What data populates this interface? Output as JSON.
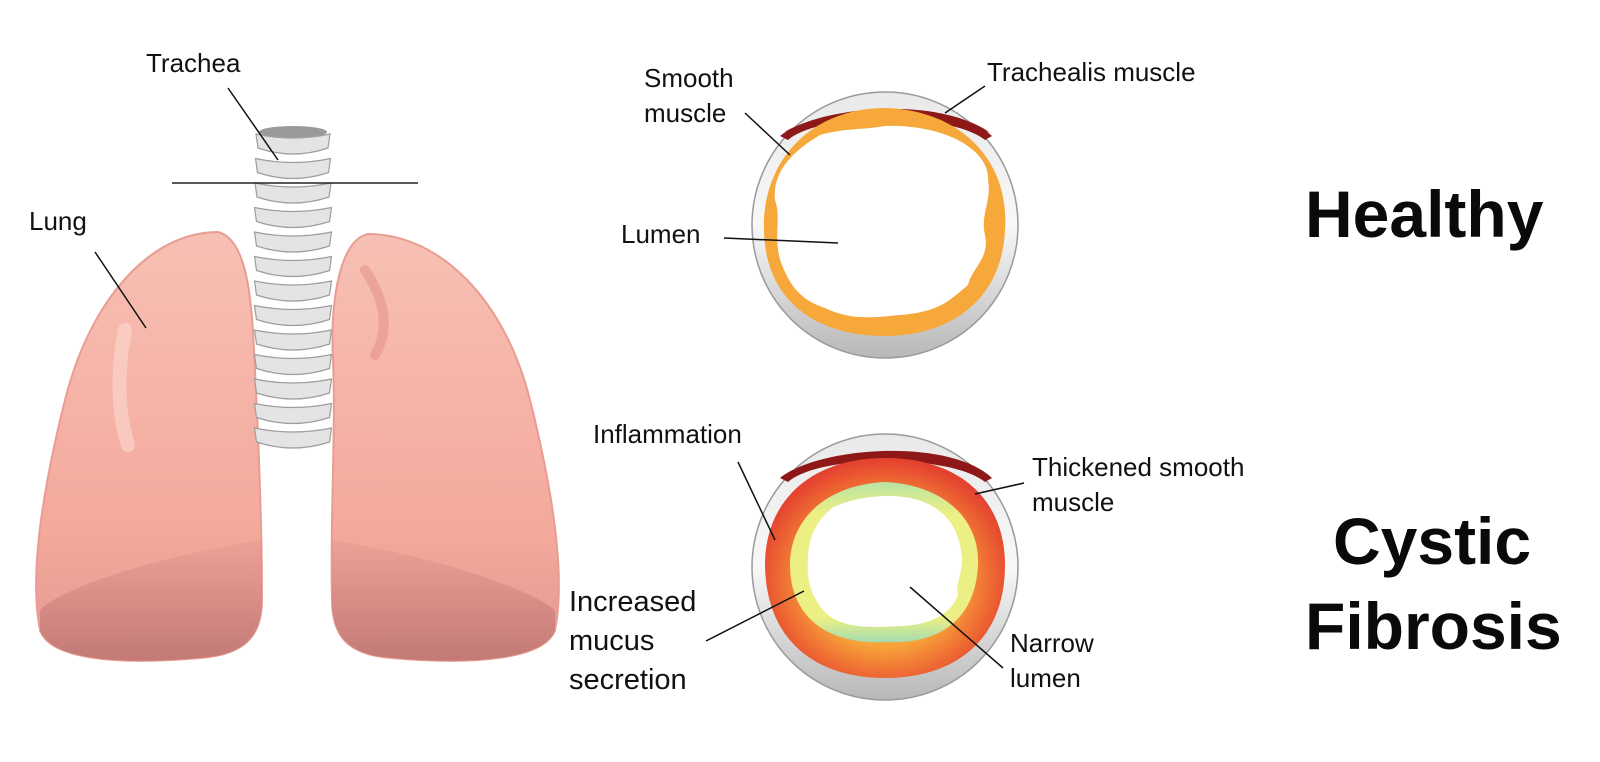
{
  "labels": {
    "trachea": "Trachea",
    "lung": "Lung",
    "smooth_muscle_1": "Smooth",
    "smooth_muscle_2": "muscle",
    "trachealis_muscle": "Trachealis muscle",
    "lumen": "Lumen",
    "inflammation": "Inflammation",
    "thickened_1": "Thickened smooth",
    "thickened_2": "muscle",
    "mucus_1": "Increased",
    "mucus_2": "mucus",
    "mucus_3": "secretion",
    "narrow_1": "Narrow",
    "narrow_2": "lumen"
  },
  "titles": {
    "healthy": "Healthy",
    "cf_1": "Cystic",
    "cf_2": "Fibrosis"
  },
  "colors": {
    "lung": "#f4aea2",
    "lung_shadow": "#c97b78",
    "trachea_ring": "#d6d6d6",
    "cartilage": "#c2c2c2",
    "trachealis": "#9b1c1c",
    "healthy_muscle": "#f6a83a",
    "inflamed": "#e8452f",
    "mucus": "#e9ef86"
  }
}
